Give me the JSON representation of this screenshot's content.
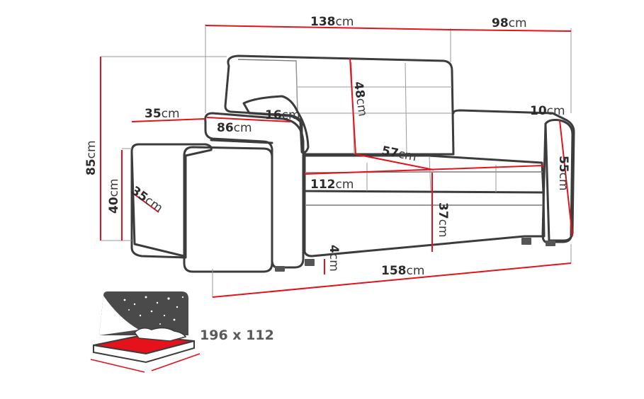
{
  "colors": {
    "dimension_line": "#e5121b",
    "outline": "#3c3c3c",
    "text": "#2b2b2b",
    "bed_icon_dark": "#4a4a4a",
    "bed_icon_red": "#e5121b"
  },
  "dimensions": {
    "width_back": {
      "value": "138",
      "unit": "cm"
    },
    "depth_arm": {
      "value": "98",
      "unit": "cm"
    },
    "height_total": {
      "value": "85",
      "unit": "cm"
    },
    "pouf_width": {
      "value": "35",
      "unit": "cm"
    },
    "arm_depth": {
      "value": "86",
      "unit": "cm"
    },
    "arm_width": {
      "value": "16",
      "unit": "cm"
    },
    "backrest_height": {
      "value": "48",
      "unit": "cm"
    },
    "armrest_width": {
      "value": "10",
      "unit": "cm"
    },
    "seat_depth": {
      "value": "57",
      "unit": "cm"
    },
    "seat_width": {
      "value": "112",
      "unit": "cm"
    },
    "arm_height": {
      "value": "55",
      "unit": "cm"
    },
    "pouf_height": {
      "value": "40",
      "unit": "cm"
    },
    "pouf_depth": {
      "value": "35",
      "unit": "cm"
    },
    "seat_height": {
      "value": "37",
      "unit": "cm"
    },
    "leg_height": {
      "value": "4",
      "unit": "cm"
    },
    "total_width": {
      "value": "158",
      "unit": "cm"
    }
  },
  "sleeping_area": "196 x 112",
  "icons": [
    "sofa-line-drawing",
    "bed-sleeping-area-icon"
  ]
}
